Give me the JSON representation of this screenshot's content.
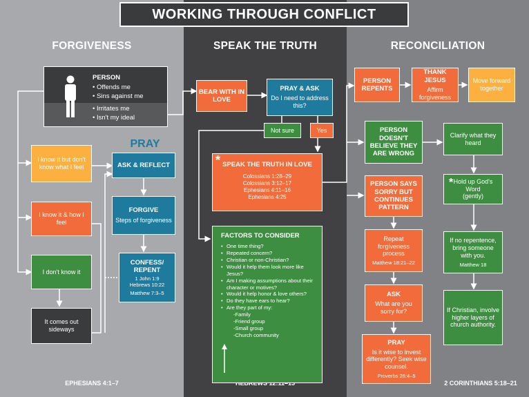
{
  "title": "WORKING THROUGH CONFLICT",
  "columns": {
    "left": {
      "heading": "FORGIVENESS",
      "footer": "EPHESIANS 4:1–7"
    },
    "mid": {
      "heading": "SPEAK THE TRUTH",
      "footer": "HEBREWS 12:11–15"
    },
    "right": {
      "heading": "RECONCILIATION",
      "footer": "2 CORINTHIANS 5:18–21"
    }
  },
  "person": {
    "title": "PERSON",
    "items": [
      "• Offends me",
      "• Sins against me",
      "• Irritates me",
      "• Isn't my ideal"
    ]
  },
  "left_boxes": {
    "know_dont_show": "I know it but don't know what I feel",
    "know_feel": "I know it & how I feel",
    "dont_know": "I don't know it",
    "sideways": "It comes out sideways"
  },
  "pray": {
    "label": "PRAY",
    "ask_reflect": "ASK & REFLECT",
    "forgive_title": "FORGIVE",
    "forgive_sub": "Steps of forgiveness",
    "confess_title": "CONFESS/ REPENT",
    "confess_refs": [
      "1 John 1:9",
      "Hebrews 10:22",
      "Matthew 7:3–5"
    ]
  },
  "mid_boxes": {
    "bear_with": "BEAR WITH IN LOVE",
    "pray_ask_title": "PRAY & ASK",
    "pray_ask_sub": "Do I need to address this?",
    "not_sure": "Not sure",
    "yes": "Yes",
    "speak_title": "SPEAK THE TRUTH IN LOVE",
    "speak_refs": [
      "Colossians 1:28–29",
      "Colossians 3:12–17",
      "Ephesians 4:11–16",
      "Ephesians 4:25"
    ],
    "star": "*"
  },
  "factors": {
    "title": "FACTORS TO CONSIDER",
    "items": [
      "One time thing?",
      "Repeated concern?",
      "Christian or non-Christian?",
      "Would it help them look more like Jesus?",
      "Am I making assumptions about their character or motives?",
      "Would it help honor & love others?",
      "Do they have ears to hear?",
      "Are they part of my:"
    ],
    "sub_items": [
      "-Family",
      "-Friend group",
      "-Small group",
      "-Church community"
    ]
  },
  "right_boxes": {
    "repents": "PERSON REPENTS",
    "thank_title": "THANK JESUS",
    "thank_sub": "Affirm forgiveness",
    "move": "Move forward together",
    "doesnt_believe": "PERSON DOESN'T BELIEVE THEY ARE WRONG",
    "clarify": "Clarify what they heard",
    "hold_up": "Hold up God's Word",
    "hold_up_sub": "(gently)",
    "says_sorry": "PERSON SAYS SORRY BUT CONTINUES PATTERN",
    "repeat": "Repeat forgiveness process",
    "repeat_ref": "Matthew 18:21–22",
    "no_repent": "If no repentence, bring someone with you.",
    "no_repent_ref": "Matthew 18",
    "ask_title": "ASK",
    "ask_sub": "What are you sorry for?",
    "if_christian": "If Christian, involve higher layers of church authority.",
    "pray_title": "PRAY",
    "pray_sub": "Is it wise to invest differently? Seek wise counsel.",
    "pray_ref": "Proverbs 26:4–5"
  },
  "colors": {
    "orange": "#f26c3b",
    "yellow": "#fbb040",
    "green": "#3e8e41",
    "blue": "#1f7b9e",
    "dark": "#3a3b3d"
  }
}
